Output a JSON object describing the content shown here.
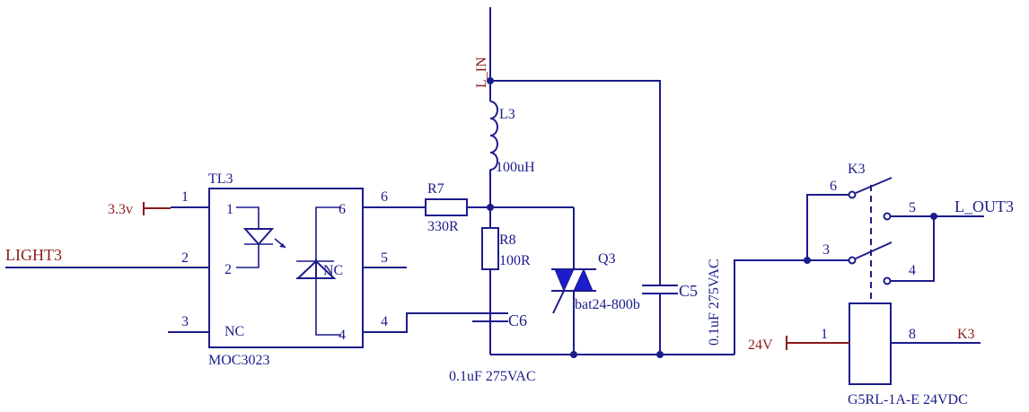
{
  "nets": {
    "power_3v3": "3.3v",
    "light": "LIGHT3",
    "line_in": "L_IN",
    "line_out": "L_OUT3",
    "power_24v": "24V",
    "relay_coil_net": "K3"
  },
  "opto": {
    "ref": "TL3",
    "part": "MOC3023",
    "pin1": "1",
    "pin2": "2",
    "pin3": "3",
    "pin4": "4",
    "pin5": "5",
    "pin6": "6",
    "inner1": "1",
    "inner2": "2",
    "inner4": "4",
    "inner6": "6",
    "nc_a": "NC",
    "nc_b": "NC"
  },
  "inductor": {
    "ref": "L3",
    "value": "100uH"
  },
  "r7": {
    "ref": "R7",
    "value": "330R"
  },
  "r8": {
    "ref": "R8",
    "value": "100R"
  },
  "c6": {
    "ref": "C6",
    "value": "0.1uF 275VAC"
  },
  "c5": {
    "ref": "C5",
    "value": "0.1uF 275VAC"
  },
  "triac": {
    "ref": "Q3",
    "part": "bat24-800b"
  },
  "relay": {
    "ref": "K3",
    "part": "G5RL-1A-E 24VDC",
    "pin6": "6",
    "pin5": "5",
    "pin3": "3",
    "pin4": "4",
    "pin1": "1",
    "pin8": "8"
  }
}
